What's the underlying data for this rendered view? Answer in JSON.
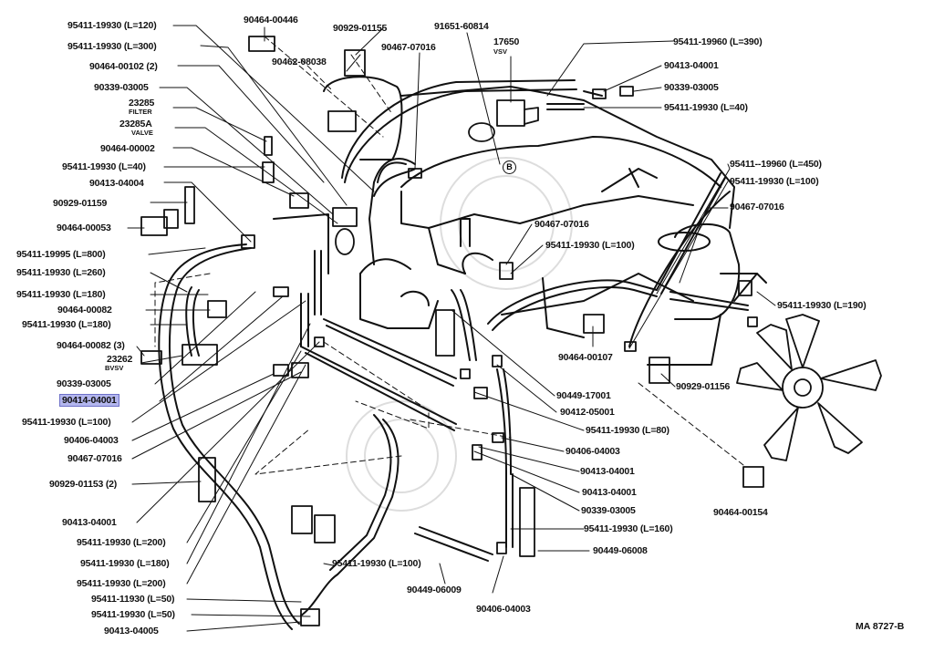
{
  "diagram": {
    "reference": "MA 8727-B",
    "circle_marker": "B",
    "highlighted_label_index": 27
  },
  "labels": [
    "95411-19930 (L=120)",
    "95411-19930 (L=300)",
    "90464-00102 (2)",
    "90339-03005",
    "23285",
    "23285A",
    "90464-00002",
    "95411-19930 (L=40)",
    "90413-04004",
    "90929-01159",
    "90464-00053",
    "95411-19995 (L=800)",
    "95411-19930 (L=260)",
    "95411-19930 (L=180)",
    "90464-00082",
    "95411-19930 (L=180)",
    "90464-00082 (3)",
    "23262",
    "90339-03005",
    "90414-04001",
    "95411-19930 (L=100)",
    "90406-04003",
    "90467-07016",
    "90929-01153 (2)",
    "90413-04001",
    "95411-19930 (L=200)",
    "95411-19930 (L=180)",
    "95411-19930 (L=200)",
    "95411-11930 (L=50)",
    "95411-19930 (L=50)",
    "90413-04005",
    "90464-00446",
    "90462-08038",
    "90929-01155",
    "90467-07016",
    "91651-60814",
    "17650",
    "95411-19960 (L=390)",
    "90413-04001",
    "90339-03005",
    "95411-19930 (L=40)",
    "95411--19960 (L=450)",
    "95411-19930 (L=100)",
    "90467-07016",
    "90467-07016",
    "95411-19930 (L=100)",
    "95411-19930 (L=190)",
    "90464-00107",
    "90929-01156",
    "90449-17001",
    "90412-05001",
    "95411-19930 (L=80)",
    "90406-04003",
    "90413-04001",
    "90413-04001",
    "90339-03005",
    "95411-19930 (L=160)",
    "90449-06008",
    "90464-00154",
    "95411-19930 (L=100)",
    "90449-06009",
    "90406-04003"
  ],
  "sublabels": [
    "FILTER",
    "VALVE",
    "BVSV",
    "VSV"
  ]
}
